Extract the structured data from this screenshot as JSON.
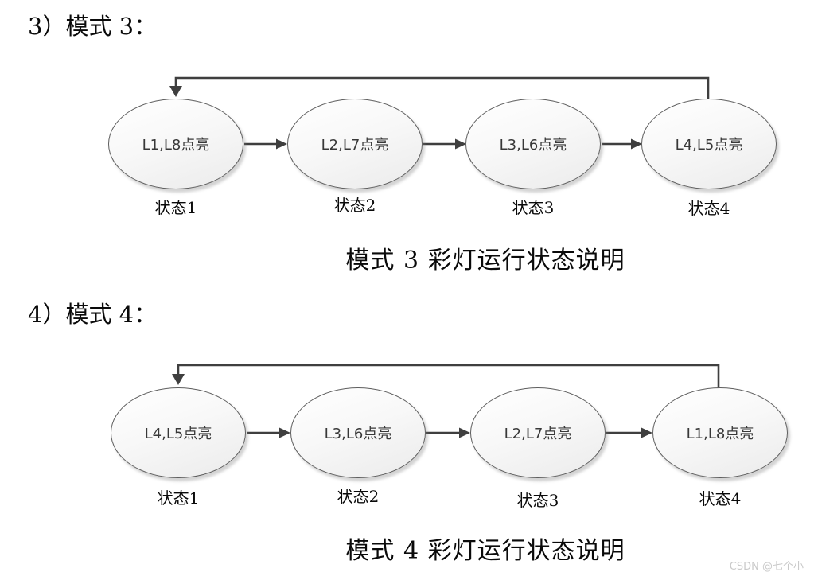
{
  "sections": [
    {
      "heading": "3）模式 3：",
      "caption": "模式 3 彩灯运行状态说明",
      "nodes": [
        {
          "label": "L1,L8点亮",
          "state": "状态1"
        },
        {
          "label": "L2,L7点亮",
          "state": "状态2"
        },
        {
          "label": "L3,L6点亮",
          "state": "状态3"
        },
        {
          "label": "L4,L5点亮",
          "state": "状态4"
        }
      ]
    },
    {
      "heading": "4）模式 4：",
      "caption": "模式 4 彩灯运行状态说明",
      "nodes": [
        {
          "label": "L4,L5点亮",
          "state": "状态1"
        },
        {
          "label": "L3,L6点亮",
          "state": "状态2"
        },
        {
          "label": "L2,L7点亮",
          "state": "状态3"
        },
        {
          "label": "L1,L8点亮",
          "state": "状态4"
        }
      ]
    }
  ],
  "watermark": "CSDN @七个小",
  "colors": {
    "connector_line": "#3f3f3f",
    "node_border": "#5e5e5e",
    "node_fill_top": "#ffffff",
    "node_fill_bottom": "#ebebeb",
    "node_text": "#383838",
    "text": "#0a0a0a",
    "watermark": "#c9c9c9"
  }
}
